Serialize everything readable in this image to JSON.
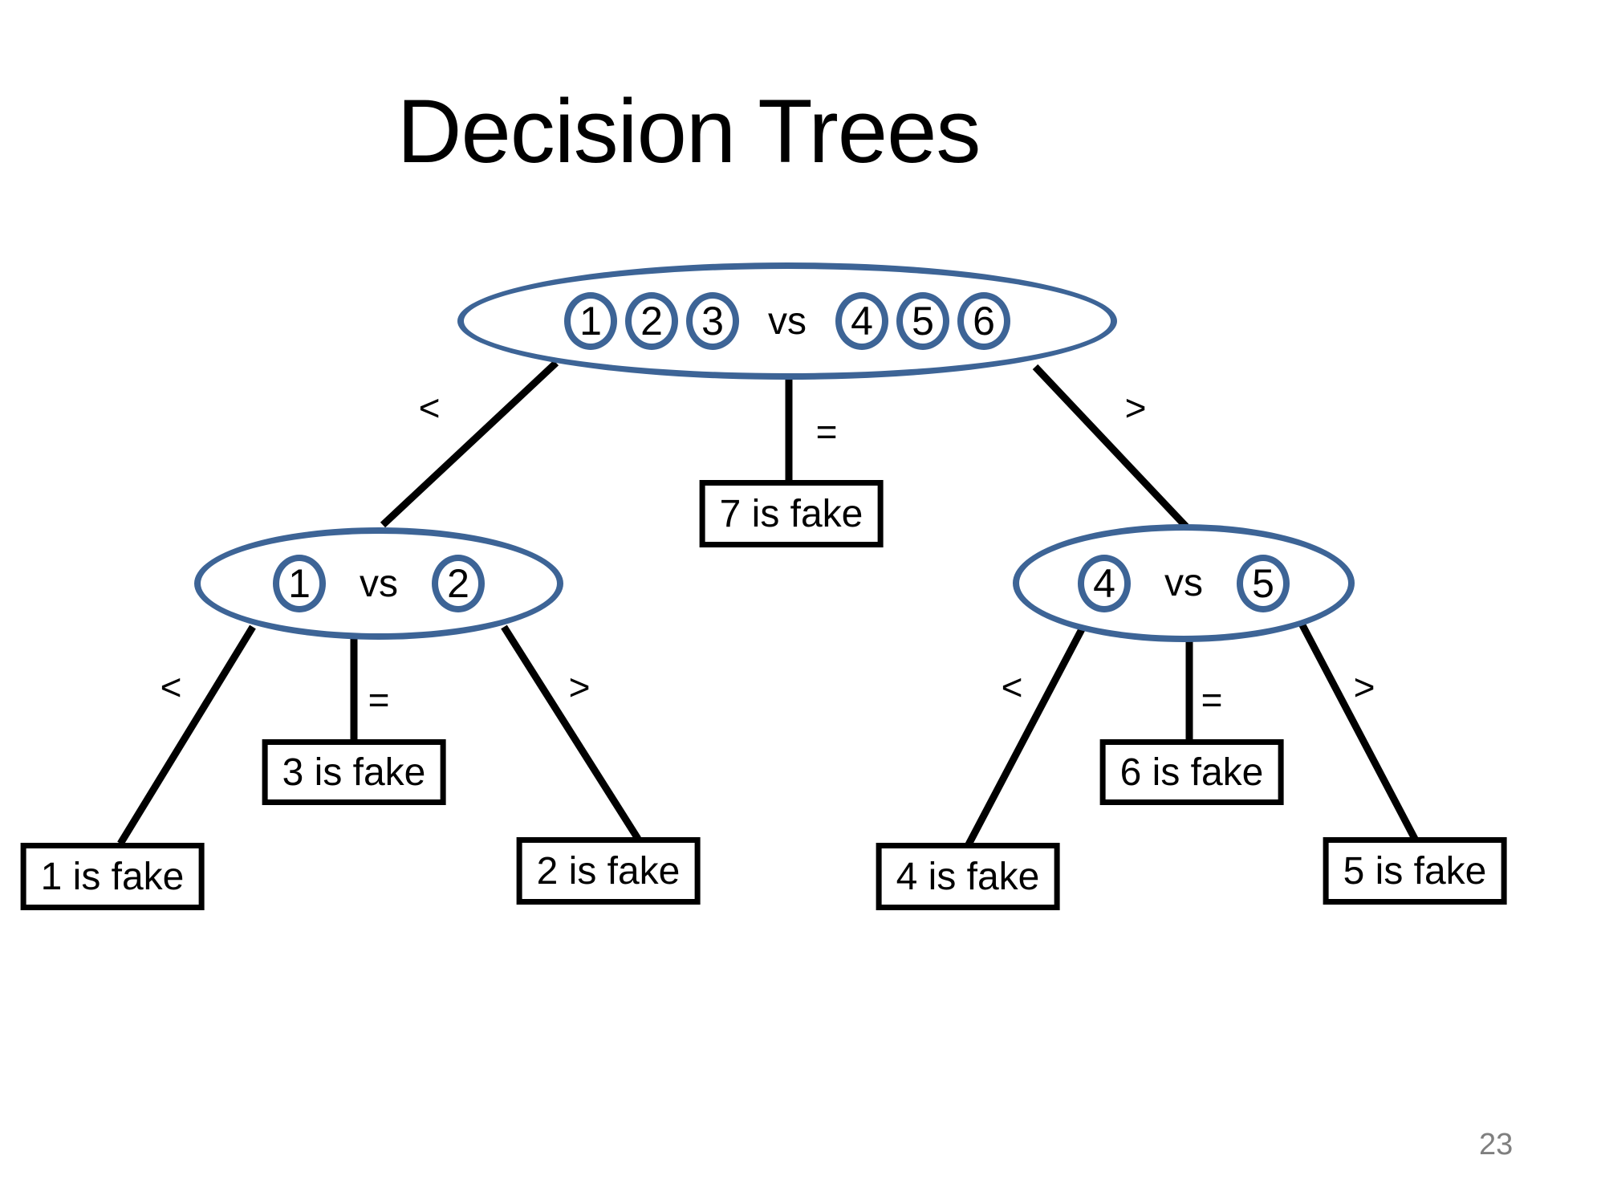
{
  "slide": {
    "title": "Decision Trees",
    "page_number": "23"
  },
  "colors": {
    "node_stroke": "#3d6496",
    "edge_stroke": "#000000",
    "page_number_gray": "#7f7f7f"
  },
  "tree": {
    "root": {
      "left_coins": [
        "1",
        "2",
        "3"
      ],
      "vs_label": "vs",
      "right_coins": [
        "4",
        "5",
        "6"
      ],
      "branch_labels": {
        "less": "<",
        "equal": "=",
        "greater": ">"
      },
      "equal_leaf": "7 is fake"
    },
    "left_subtree": {
      "left_coin": "1",
      "vs_label": "vs",
      "right_coin": "2",
      "branch_labels": {
        "less": "<",
        "equal": "=",
        "greater": ">"
      },
      "less_leaf": "1 is fake",
      "equal_leaf": "3 is fake",
      "greater_leaf": "2 is fake"
    },
    "right_subtree": {
      "left_coin": "4",
      "vs_label": "vs",
      "right_coin": "5",
      "branch_labels": {
        "less": "<",
        "equal": "=",
        "greater": ">"
      },
      "less_leaf": "4 is fake",
      "equal_leaf": "6 is fake",
      "greater_leaf": "5 is fake"
    }
  }
}
